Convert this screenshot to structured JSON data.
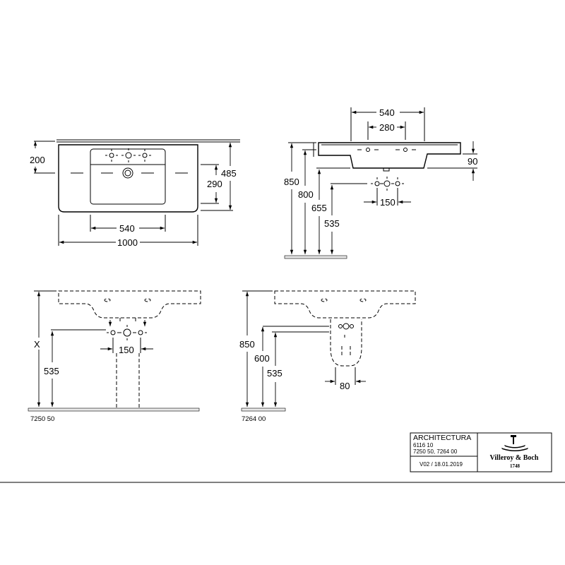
{
  "top_view": {
    "dims": {
      "d200": "200",
      "d485": "485",
      "d290": "290",
      "d540": "540",
      "d1000": "1000"
    }
  },
  "side_view": {
    "dims": {
      "d540": "540",
      "d280": "280",
      "d90": "90",
      "d850": "850",
      "d800": "800",
      "d655": "655",
      "d535": "535",
      "d150": "150"
    }
  },
  "front_pedestal": {
    "dims": {
      "dx": "X",
      "d535": "535",
      "d150": "150"
    },
    "code": "7250 50"
  },
  "side_pedestal": {
    "dims": {
      "d850": "850",
      "d600": "600",
      "d535": "535",
      "d80": "80"
    },
    "code": "7264 00"
  },
  "title_block": {
    "product": "ARCHITECTURA",
    "article": "6116 10",
    "accessories": "7250 50, 7264 00",
    "version": "V02 / 18.01.2019",
    "brand": "Villeroy & Boch",
    "brand_year": "1748"
  }
}
